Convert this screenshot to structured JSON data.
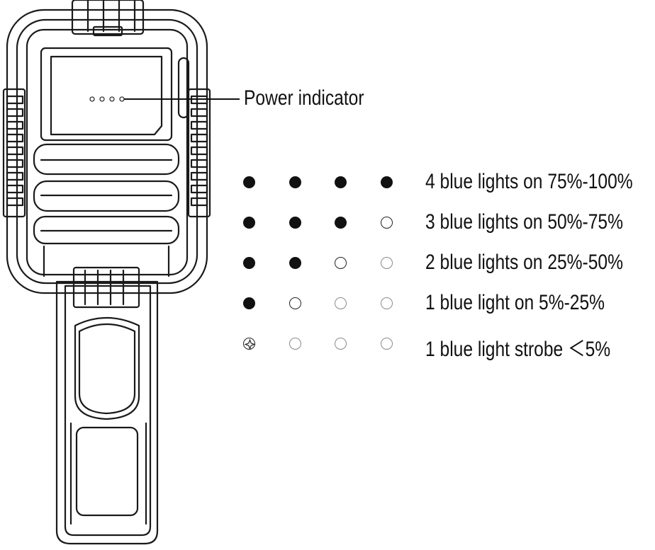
{
  "diagram": {
    "callout_label": "Power indicator",
    "legend_rows": [
      {
        "states": [
          "on",
          "on",
          "on",
          "on"
        ],
        "text": "4  blue lights on 75%-100%"
      },
      {
        "states": [
          "on",
          "on",
          "on",
          "off"
        ],
        "text": "3  blue lights on 50%-75%"
      },
      {
        "states": [
          "on",
          "on",
          "off",
          "dim"
        ],
        "text": "2  blue lights on 25%-50%"
      },
      {
        "states": [
          "on",
          "off",
          "dim",
          "dim"
        ],
        "text": "1 blue light on 5%-25%"
      },
      {
        "states": [
          "strobe",
          "dim",
          "dim",
          "dim"
        ],
        "text": "1 blue light strobe ＜5%"
      }
    ]
  }
}
